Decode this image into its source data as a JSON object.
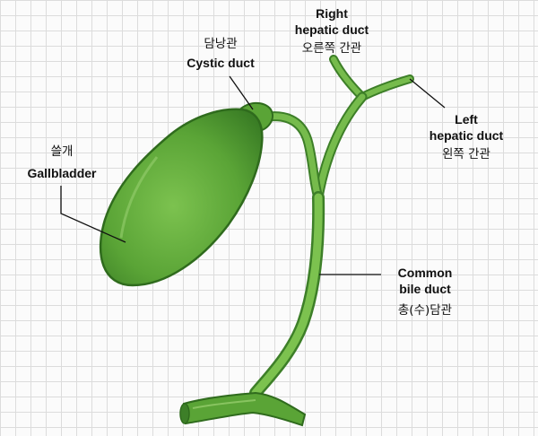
{
  "labels": {
    "right_hepatic": {
      "en": [
        "Right",
        "hepatic duct"
      ],
      "ko": "오른쪽 간관"
    },
    "cystic": {
      "en": [
        "Cystic duct"
      ],
      "ko_top": "담낭관"
    },
    "left_hepatic": {
      "en": [
        "Left",
        "hepatic duct"
      ],
      "ko": "왼쪽 간관"
    },
    "gallbladder": {
      "en": [
        "Gallbladder"
      ],
      "ko_top": "쓸개"
    },
    "common_bile": {
      "en": [
        "Common",
        "bile duct"
      ],
      "ko": "총(수)담관"
    }
  },
  "colors": {
    "organ_fill": "#5fa83c",
    "organ_dark": "#3d7f28",
    "organ_light": "#8fcc63",
    "leader_line": "#111111",
    "grid": "#dcdcdc"
  }
}
